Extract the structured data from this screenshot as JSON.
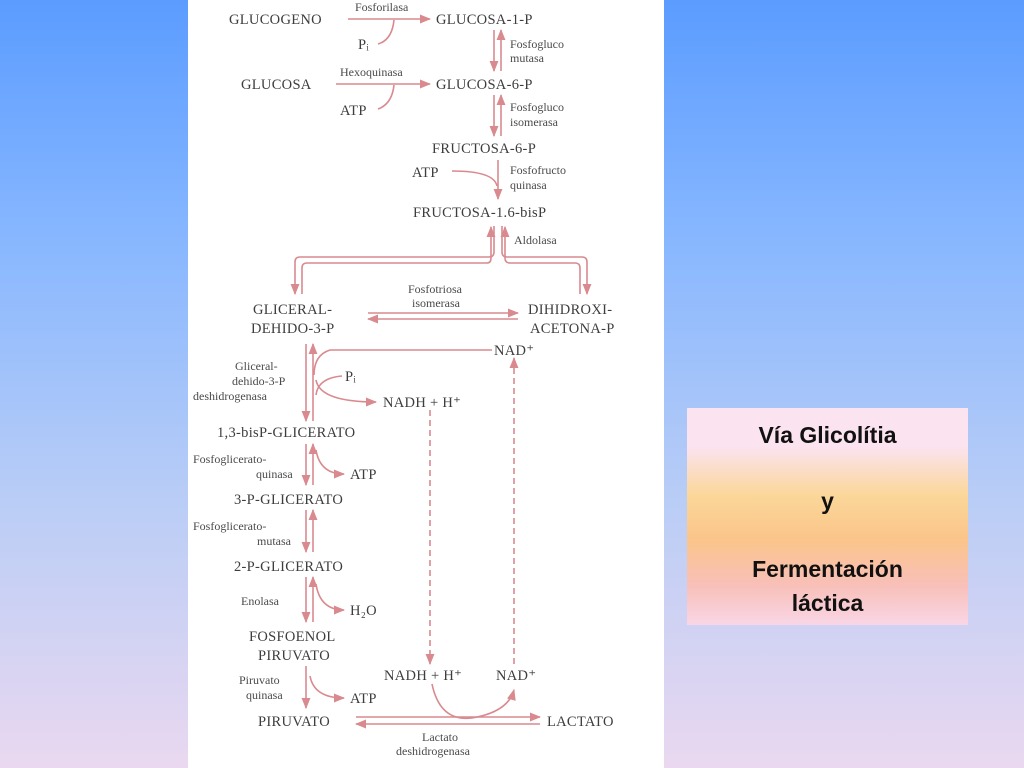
{
  "title_box": {
    "line1": "Vía Glicolítia",
    "line2": "y",
    "line3": "Fermentación",
    "line4": "láctica"
  },
  "diagram": {
    "compounds": {
      "glucogeno": "GLUCOGENO",
      "glucosa_1p": "GLUCOSA-1-P",
      "glucosa": "GLUCOSA",
      "glucosa_6p": "GLUCOSA-6-P",
      "fructosa_6p": "FRUCTOSA-6-P",
      "fructosa_16bisp": "FRUCTOSA-1.6-bisP",
      "gliceraldehido_1": "GLICERAL-",
      "gliceraldehido_2": "DEHIDO-3-P",
      "dihidroxi_1": "DIHIDROXI-",
      "dihidroxi_2": "ACETONA-P",
      "bisp_glicerato": "1,3-bisP-GLICERATO",
      "p3_glicerato": "3-P-GLICERATO",
      "p2_glicerato": "2-P-GLICERATO",
      "fosfoenol_1": "FOSFOENOL",
      "fosfoenol_2": "PIRUVATO",
      "piruvato": "PIRUVATO",
      "lactato": "LACTATO"
    },
    "cofactors": {
      "pi_1": "Pᵢ",
      "atp_1": "ATP",
      "atp_2": "ATP",
      "nad_top": "NAD⁺",
      "pi_2": "Pᵢ",
      "nadh_top": "NADH + H⁺",
      "atp_3": "ATP",
      "h2o": "H₂O",
      "nadh_bottom": "NADH + H⁺",
      "nad_bottom": "NAD⁺",
      "atp_4": "ATP"
    },
    "enzymes": {
      "fosforilasa": "Fosforilasa",
      "fosfoglucomutasa_1": "Fosfogluco",
      "fosfoglucomutasa_2": "mutasa",
      "hexoquinasa": "Hexoquinasa",
      "fosfoglucoisomerasa_1": "Fosfogluco",
      "fosfoglucoisomerasa_2": "isomerasa",
      "fosfofructoquinasa_1": "Fosfofructo",
      "fosfofructoquinasa_2": "quinasa",
      "aldolasa": "Aldolasa",
      "fosfotriosa_1": "Fosfotriosa",
      "fosfotriosa_2": "isomerasa",
      "g3pdh_1": "Gliceral-",
      "g3pdh_2": "dehido-3-P",
      "g3pdh_3": "deshidrogenasa",
      "pgk_1": "Fosfoglicerato-",
      "pgk_2": "quinasa",
      "pgm_1": "Fosfoglicerato-",
      "pgm_2": "mutasa",
      "enolasa": "Enolasa",
      "pk_1": "Piruvato",
      "pk_2": "quinasa",
      "ldh_1": "Lactato",
      "ldh_2": "deshidrogenasa"
    }
  }
}
